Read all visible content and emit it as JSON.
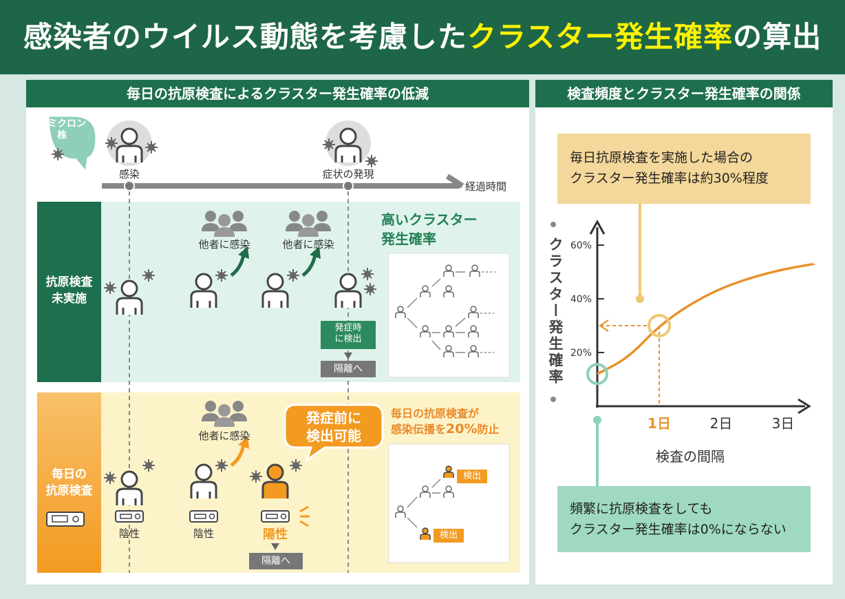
{
  "title": {
    "pre": "感染者のウイルス動態を考慮した",
    "highlight": "クラスター発生確率",
    "post": "の算出"
  },
  "left": {
    "header": "毎日の抗原検査によるクラスター発生確率の低減",
    "bubble": {
      "line1": "オミクロン",
      "line2": "株"
    },
    "timeline": {
      "infection": "感染",
      "symptom": "症状の発現",
      "axis": "経過時間"
    },
    "no_test": {
      "label_line1": "抗原検査",
      "label_line2": "未実施",
      "infect1": "他者に感染",
      "infect2": "他者に感染",
      "high_line1": "高いクラスター",
      "high_line2": "発生確率",
      "detect_line1": "発症時",
      "detect_line2": "に検出",
      "isolate": "隔離へ"
    },
    "daily": {
      "label_line1": "毎日の",
      "label_line2": "抗原検査",
      "infect": "他者に感染",
      "callout_line1": "発症前に",
      "callout_line2": "検出可能",
      "prevent_line1": "毎日の抗原検査が",
      "prevent_pre": "感染伝播を",
      "prevent_pct": "20%",
      "prevent_post": "防止",
      "neg1": "陰性",
      "neg2": "陰性",
      "pos": "陽性",
      "isolate": "隔離へ",
      "detect1": "検出",
      "detect2": "検出"
    }
  },
  "right": {
    "header": "検査頻度とクラスター発生確率の関係",
    "note_top_line1": "毎日抗原検査を実施した場合の",
    "note_top_line2": "クラスター発生確率は約30%程度",
    "note_bottom_line1": "頻繁に抗原検査をしても",
    "note_bottom_line2": "クラスター発生確率は0%にならない",
    "chart_data": {
      "type": "line",
      "xlabel": "検査の間隔",
      "ylabel": "クラスター発生確率",
      "x_ticks": [
        "1日",
        "2日",
        "3日"
      ],
      "y_ticks": [
        "20%",
        "40%",
        "60%"
      ],
      "ylim": [
        0,
        70
      ],
      "series": [
        {
          "points": [
            [
              0,
              12
            ],
            [
              0.5,
              18
            ],
            [
              1,
              30
            ],
            [
              1.5,
              38
            ],
            [
              2,
              44
            ],
            [
              2.5,
              48
            ],
            [
              3,
              51
            ],
            [
              3.5,
              53
            ]
          ]
        }
      ],
      "highlight": {
        "x": 1,
        "y": 30
      },
      "origin": {
        "x": 0,
        "y": 12
      },
      "colors": {
        "line": "#e8922a",
        "highlight": "#f0c873",
        "origin": "#8fd1b6"
      }
    }
  },
  "colors": {
    "green_dark": "#1d6647",
    "green": "#2c8a5e",
    "orange": "#f39a21",
    "mint": "#dff3ec",
    "cream": "#fdf3c9"
  }
}
